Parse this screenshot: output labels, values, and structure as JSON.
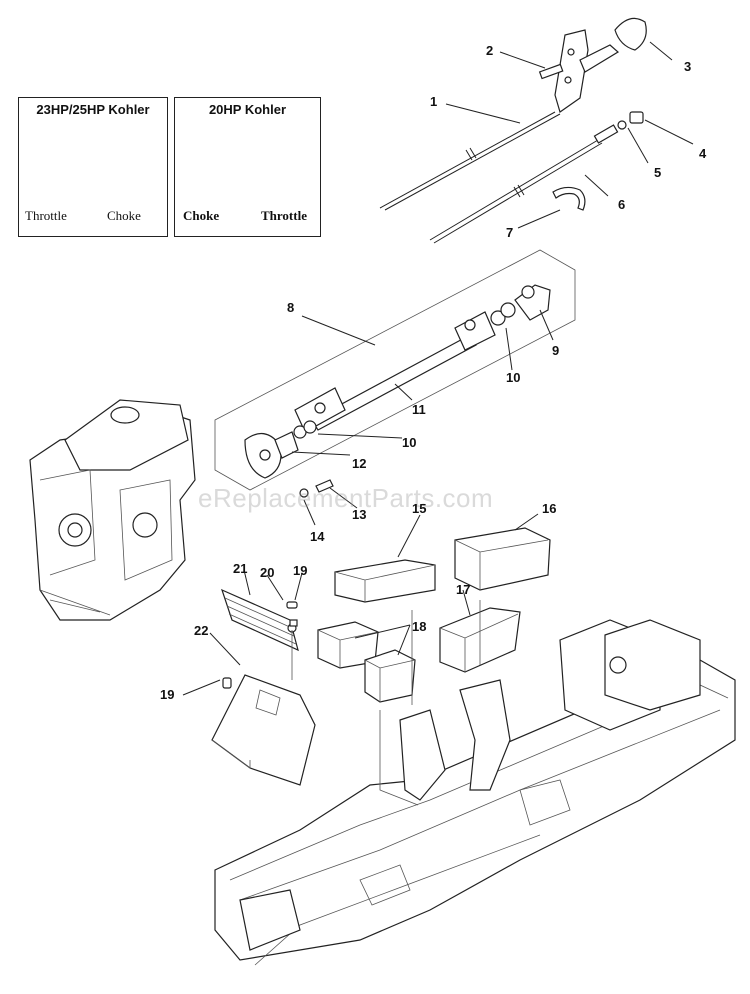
{
  "watermark": "eReplacementParts.com",
  "insets": [
    {
      "title": "23HP/25HP Kohler",
      "left_label": "Throttle",
      "right_label": "Choke"
    },
    {
      "title": "20HP Kohler",
      "left_label": "Choke",
      "right_label": "Throttle"
    }
  ],
  "callouts": [
    "1",
    "2",
    "3",
    "4",
    "5",
    "6",
    "7",
    "8",
    "9",
    "10",
    "10",
    "11",
    "12",
    "13",
    "14",
    "15",
    "16",
    "17",
    "18",
    "19",
    "19",
    "20",
    "21",
    "22"
  ]
}
